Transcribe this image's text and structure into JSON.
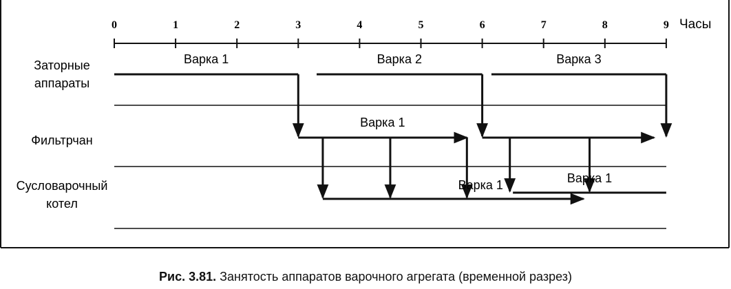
{
  "axis": {
    "ticks": [
      0,
      1,
      2,
      3,
      4,
      5,
      6,
      7,
      8,
      9
    ],
    "tick_labels": [
      "0",
      "1",
      "2",
      "3",
      "4",
      "5",
      "6",
      "7",
      "8",
      "9"
    ],
    "unit_label": "Часы"
  },
  "rows": [
    {
      "id": "mash",
      "label_lines": [
        "Заторные",
        "аппараты"
      ]
    },
    {
      "id": "filter",
      "label_lines": [
        "Фильтрчан"
      ]
    },
    {
      "id": "kettle",
      "label_lines": [
        "Сусловарочный",
        "котел"
      ]
    }
  ],
  "batches": [
    {
      "label": "Варка 1",
      "row": "mash",
      "start": 0,
      "end": 3.0
    },
    {
      "label": "Варка 2",
      "row": "mash",
      "start": 3.3,
      "end": 6.0
    },
    {
      "label": "Варка 3",
      "row": "mash",
      "start": 6.15,
      "end": 9.0
    },
    {
      "label": "Варка 1",
      "row": "filter",
      "start": 3.0,
      "end": 5.75
    },
    {
      "label": "",
      "row": "filter",
      "start": 6.0,
      "end": 8.8
    },
    {
      "label": "Варка 1",
      "row": "kettle",
      "start": 3.4,
      "end": 7.65
    },
    {
      "label": "Варка 1",
      "row": "kettle",
      "start": 6.5,
      "end": 9.0
    }
  ],
  "transfers": [
    {
      "x": 3.0,
      "from": "mash",
      "to": "filter"
    },
    {
      "x": 6.0,
      "from": "mash",
      "to": "filter"
    },
    {
      "x": 9.0,
      "from": "mash",
      "to": "filter"
    },
    {
      "x": 3.4,
      "from": "filter",
      "to": "kettle"
    },
    {
      "x": 4.5,
      "from": "filter",
      "to": "kettle"
    },
    {
      "x": 5.75,
      "from": "filter",
      "to": "kettle"
    },
    {
      "x": 6.45,
      "from": "filter",
      "to": "kettle"
    },
    {
      "x": 7.75,
      "from": "filter",
      "to": "kettle"
    }
  ],
  "caption": {
    "prefix": "Рис. 3.81.",
    "text": "Занятость аппаратов варочного агрегата (временной разрез)"
  }
}
